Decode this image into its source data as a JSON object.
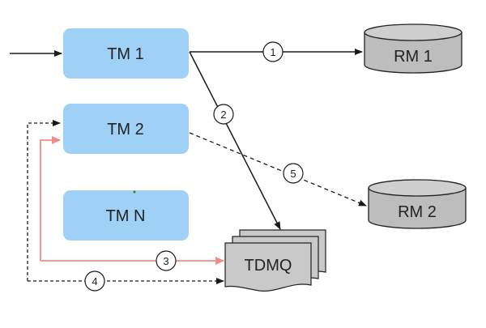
{
  "colors": {
    "tm_fill": "#9fd0f6",
    "rm_fill": "#bdbdbd",
    "rm_top": "#cfcfcf",
    "tdmq_fill": "#c9c9c9",
    "solid_arrow": "#1a1a1a",
    "dashed_arrow": "#1a1a1a",
    "pink_arrow": "#f28a8a"
  },
  "nodes": {
    "tm1": {
      "label": "TM 1"
    },
    "tm2": {
      "label": "TM 2"
    },
    "tmn": {
      "label": "TM N"
    },
    "rm1": {
      "label": "RM 1"
    },
    "rm2": {
      "label": "RM 2"
    },
    "tdmq": {
      "label": "TDMQ"
    }
  },
  "steps": [
    {
      "id": "1",
      "label": "1",
      "from": "TM 1",
      "to": "RM 1",
      "style": "solid"
    },
    {
      "id": "2",
      "label": "2",
      "from": "TM 1",
      "to": "TDMQ",
      "style": "solid"
    },
    {
      "id": "3",
      "label": "3",
      "from": "TDMQ",
      "to": "TM 2",
      "style": "solid-pink"
    },
    {
      "id": "4",
      "label": "4",
      "from": "TDMQ",
      "to": "TM 2",
      "style": "dashed"
    },
    {
      "id": "5",
      "label": "5",
      "from": "TM 2",
      "to": "RM 2",
      "style": "dashed"
    }
  ]
}
